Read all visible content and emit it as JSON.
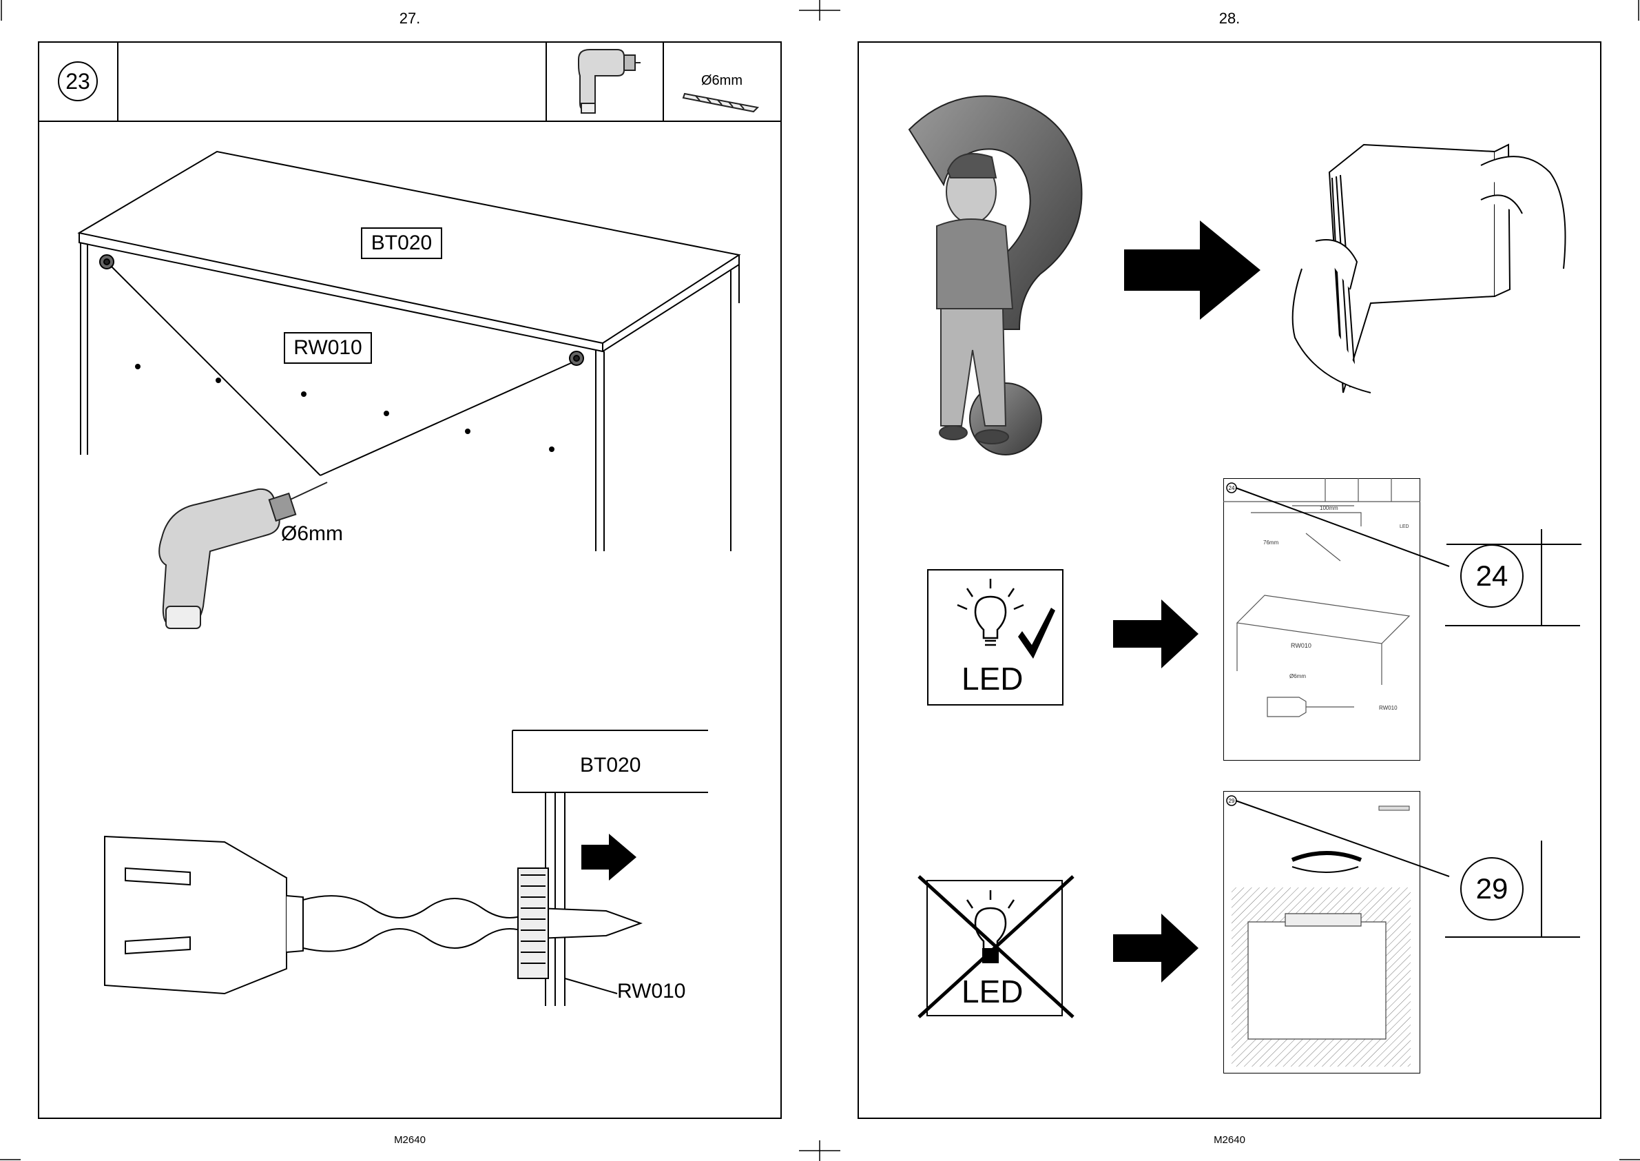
{
  "left_page": {
    "page_number": "27.",
    "step_number": "23",
    "drill_bit_spec": "Ø6mm",
    "part_board": "BT020",
    "part_dowel": "RW010",
    "drill_size_label": "Ø6mm",
    "detail_board_label": "BT020",
    "detail_dowel_label": "RW010",
    "footer_code": "M2640"
  },
  "right_page": {
    "page_number": "28.",
    "led_label_yes": "LED",
    "led_label_no": "LED",
    "ref_step_yes": "24",
    "ref_step_no": "29",
    "thumb_yes": {
      "step": "24",
      "dim_1": "100mm",
      "dim_2": "76mm",
      "part": "RW010",
      "drill": "Ø6mm",
      "part_2": "RW010",
      "led": "LED"
    },
    "thumb_no": {
      "step": "29"
    },
    "footer_code": "M2640"
  }
}
